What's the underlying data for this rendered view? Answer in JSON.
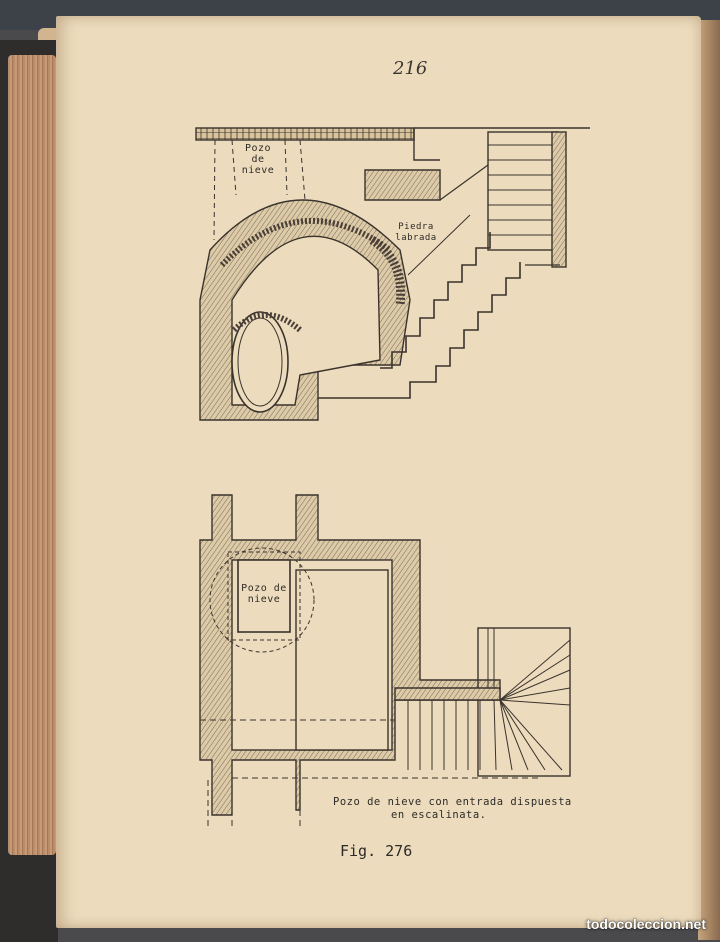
{
  "page": {
    "number": "216"
  },
  "section_view": {
    "label_well": "Pozo\nde\nnieve",
    "label_stone": "Piedra\nlabrada"
  },
  "plan_view": {
    "label_well": "Pozo de\nnieve"
  },
  "caption": {
    "line1": "Pozo de nieve con entrada dispuesta",
    "line2": "en escalinata.",
    "figure": "Fig. 276"
  },
  "watermark": {
    "text": "todocoleccion.net"
  },
  "colors": {
    "paper": "#ecdcbd",
    "ink": "#2f2b28"
  }
}
